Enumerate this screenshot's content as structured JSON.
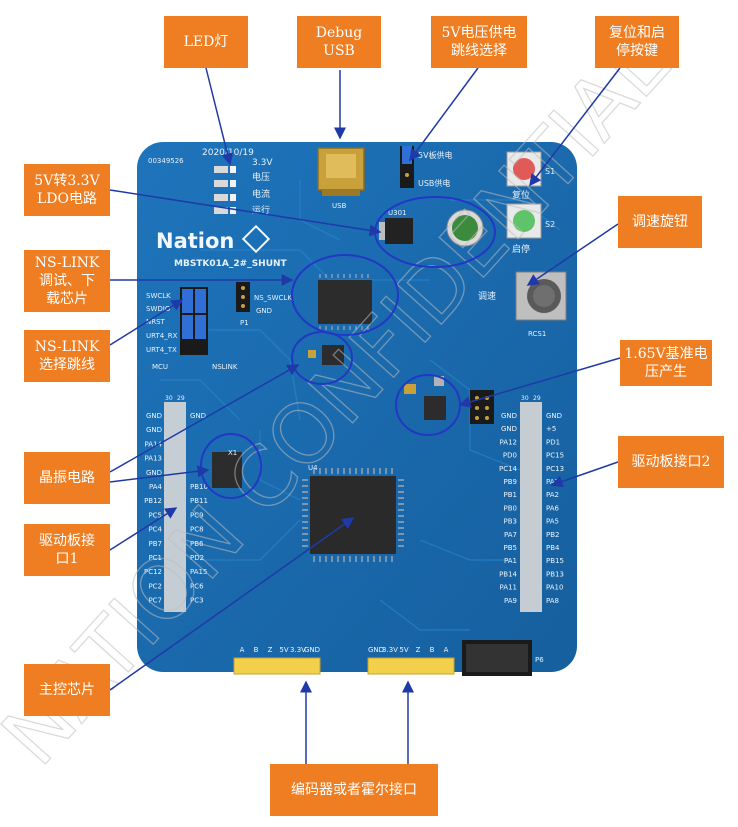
{
  "callouts": {
    "led": "LED灯",
    "debug_usb": "Debug\nUSB",
    "jumper_5v": "5V电压供电\n跳线选择",
    "reset_start": "复位和启\n停按键",
    "ldo": "5V转3.3V\nLDO电路",
    "speed_knob": "调速旋钮",
    "nslink_chip": "NS-LINK\n调试、下\n载芯片",
    "nslink_jumper": "NS-LINK\n选择跳线",
    "vref": "1.65V基准电\n压产生",
    "crystal": "晶振电路",
    "drive_if2": "驱动板接口2",
    "drive_if1": "驱动板接\n口1",
    "main_chip": "主控芯片",
    "encoder_hall": "编码器或者霍尔接口"
  },
  "silkscreen": {
    "date": "2020/10/19",
    "board_id": "00349526",
    "v33": "3.3V",
    "led_power": "电压",
    "led_current": "电流",
    "led_run": "运行",
    "usb": "USB",
    "power_5v_board": "5V板供电",
    "usb_power": "USB供电",
    "s1": "S1",
    "reset": "复位",
    "s2": "S2",
    "start_stop": "启停",
    "u301": "U301",
    "logo": "Nation",
    "model": "MBSTK01A_2#_SHUNT",
    "speed": "调速",
    "rcs1": "RCS1",
    "swclk": "SWCLK",
    "swdio": "SWDIO",
    "nrst": "NRST",
    "urt4_rx": "URT4_RX",
    "urt4_tx": "URT4_TX",
    "mcu": "MCU",
    "nslink": "NSLINK",
    "ns_swclk": "NS_SWCLK",
    "gnd": "GND",
    "p1": "P1",
    "x1": "X1",
    "u4": "U4",
    "p6": "P6",
    "left_header_labels": [
      "GND",
      "GND",
      "PA14",
      "PA13",
      "GND",
      "PA4",
      "PB12",
      "PC5",
      "PC4",
      "PB7",
      "PC1",
      "PC12",
      "PC2",
      "PC7"
    ],
    "left_inner_labels": [
      "GND",
      "",
      "",
      "",
      "",
      "PB10",
      "PB11",
      "PC9",
      "PC8",
      "PB6",
      "PD2",
      "PA15",
      "PC6",
      "PC3"
    ],
    "right_header_labels": [
      "GND",
      "+5",
      "PD1",
      "PC15",
      "PC13",
      "PA3",
      "PA2",
      "PA6",
      "PA5",
      "PB2",
      "PB4",
      "PB15",
      "PB13",
      "PA10",
      "PA8"
    ],
    "right_inner_labels": [
      "GND",
      "GND",
      "PA12",
      "PD0",
      "PC14",
      "PB9",
      "PB1",
      "PB0",
      "PB3",
      "PA7",
      "PB5",
      "PA1",
      "PB14",
      "PA11",
      "PA9"
    ],
    "bottom_left_labels": [
      "A",
      "B",
      "Z",
      "5V",
      "3.3V",
      "GND"
    ],
    "bottom_right_labels": [
      "GND",
      "3.3V",
      "5V",
      "Z",
      "B",
      "A"
    ],
    "pin_30": "30",
    "pin_29": "29"
  },
  "watermark": "NATION CONFIDENTIAL",
  "colors": {
    "label_bg": "#ef7e22",
    "arrow": "#1f3aa8",
    "board": "#1a6fb5",
    "highlight": "#2238c4"
  }
}
